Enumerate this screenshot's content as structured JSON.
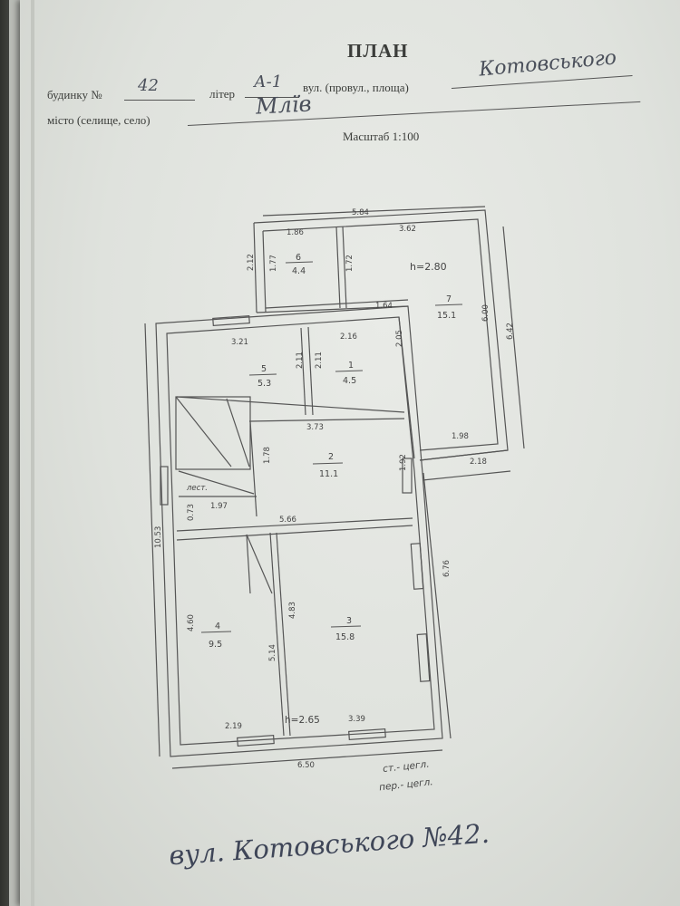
{
  "title": "ПЛАН",
  "form": {
    "house_no_label": "будинку №",
    "house_no": "42",
    "letter_label": "літер",
    "letter": "А-1",
    "street_label": "вул. (провул., площа)",
    "street": "Котовського",
    "city_label": "місто (селище, село)",
    "city": "Млїв",
    "scale": "Масштаб 1:100"
  },
  "rooms": [
    {
      "id": "6",
      "area": "4.4"
    },
    {
      "id": "7",
      "area": "15.1"
    },
    {
      "id": "5",
      "area": "5.3"
    },
    {
      "id": "1",
      "area": "4.5"
    },
    {
      "id": "2",
      "area": "11.1"
    },
    {
      "id": "3",
      "area": "15.8"
    },
    {
      "id": "4",
      "area": "9.5"
    }
  ],
  "dimensions": {
    "top_total": "5.84",
    "r6_width": "1.86",
    "r7_width": "3.62",
    "r6_height_outer": "2.12",
    "r6_height_inner": "1.77",
    "r6_height_right": "1.72",
    "height_note": "h=2.80",
    "d_164": "1.64",
    "r5_width": "3.21",
    "r1_width": "2.16",
    "r5_height": "2.11",
    "r1_height": "2.11",
    "r1_right": "2.05",
    "r7_height_inner": "6.00",
    "r7_height_outer": "6.42",
    "r7_bottom": "1.98",
    "bottom_right": "2.18",
    "r2_top": "3.73",
    "r2_left": "1.78",
    "r2_right": "1.92",
    "corridor_left": "0.73",
    "corridor": "1.97",
    "mid_width": "5.66",
    "left_total": "10.53",
    "right_lower": "6.76",
    "r4_height": "4.60",
    "r3_left_height": "4.83",
    "r4_right_height": "5.14",
    "r4_width": "2.19",
    "height_note2": "h=2.65",
    "r3_width": "3.39",
    "bottom_total": "6.50",
    "stair_label": "лест."
  },
  "notes": {
    "material1": "ст.- цегл.",
    "material2": "пер.- цегл.",
    "footer": "вул. Котовського №42."
  }
}
